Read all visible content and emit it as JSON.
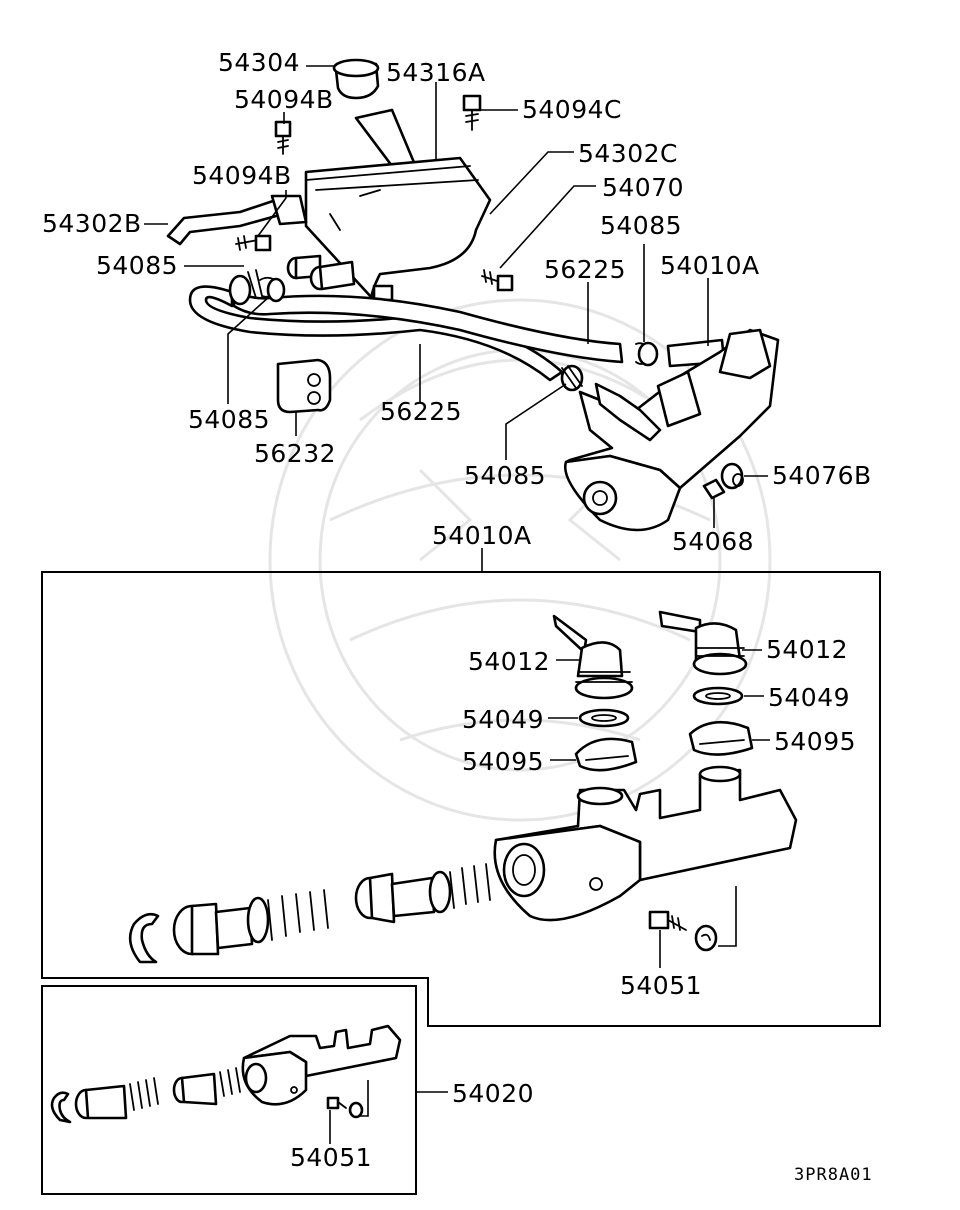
{
  "callouts": {
    "p54304": "54304",
    "p54316A": "54316A",
    "p54094B_top": "54094B",
    "p54094C": "54094C",
    "p54302C": "54302C",
    "p54094B_mid": "54094B",
    "p54070": "54070",
    "p54302B": "54302B",
    "p54085_upper_right": "54085",
    "p54085_left": "54085",
    "p56225_upper": "56225",
    "p54010A_top": "54010A",
    "p54085_lower_left": "54085",
    "p56225_lower": "56225",
    "p56232": "56232",
    "p54085_center": "54085",
    "p54076B": "54076B",
    "p54068": "54068",
    "p54010A_box": "54010A",
    "p54012_left": "54012",
    "p54012_right": "54012",
    "p54049_right": "54049",
    "p54049_left": "54049",
    "p54095_right": "54095",
    "p54095_left": "54095",
    "p54051_upper": "54051",
    "p54020": "54020",
    "p54051_lower": "54051"
  },
  "diagram_code": "3PR8A01",
  "watermark": "samurai-helmet-logo"
}
